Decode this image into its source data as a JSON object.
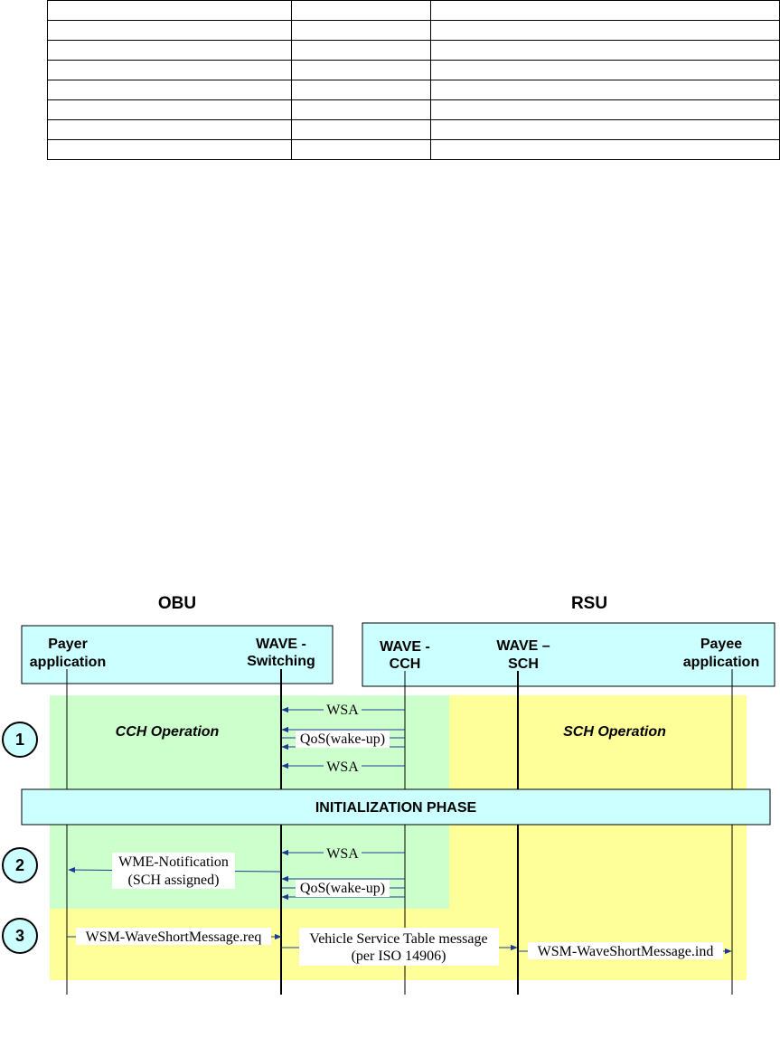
{
  "table": {
    "rows": [
      [
        "",
        "",
        ""
      ],
      [
        "",
        "",
        ""
      ],
      [
        "",
        "",
        ""
      ],
      [
        "",
        "",
        ""
      ],
      [
        "",
        "",
        ""
      ],
      [
        "",
        "",
        ""
      ],
      [
        "",
        "",
        ""
      ],
      [
        "",
        "",
        ""
      ]
    ]
  },
  "diagram": {
    "obu_title": "OBU",
    "rsu_title": "RSU",
    "obu": {
      "payer_line1": "Payer",
      "payer_line2": "application",
      "wave_switch_line1": "WAVE -",
      "wave_switch_line2": "Switching"
    },
    "rsu": {
      "wave_cch_line1": "WAVE -",
      "wave_cch_line2": "CCH",
      "wave_sch_line1": "WAVE –",
      "wave_sch_line2": "SCH",
      "payee_line1": "Payee",
      "payee_line2": "application"
    },
    "cch_operation": "CCH Operation",
    "sch_operation": "SCH Operation",
    "initialization_phase": "INITIALIZATION PHASE",
    "steps": [
      "1",
      "2",
      "3"
    ],
    "messages": {
      "wsa_1": "WSA",
      "qos_1": "QoS(wake-up)",
      "wsa_2": "WSA",
      "wsa_3": "WSA",
      "wme_line1": "WME-Notification",
      "wme_line2": "(SCH assigned)",
      "qos_2": "QoS(wake-up)",
      "wsm_req": "WSM-WaveShortMessage.req",
      "vst_line1": "Vehicle Service Table message",
      "vst_line2": "(per ISO 14906)",
      "wsm_ind": "WSM-WaveShortMessage.ind"
    },
    "colors": {
      "box_fill": "#ccffff",
      "cch_region": "#ccffcc",
      "sch_region": "#ffff99",
      "arrow": "#1f3a93",
      "step_circle": "#ccffff"
    }
  }
}
